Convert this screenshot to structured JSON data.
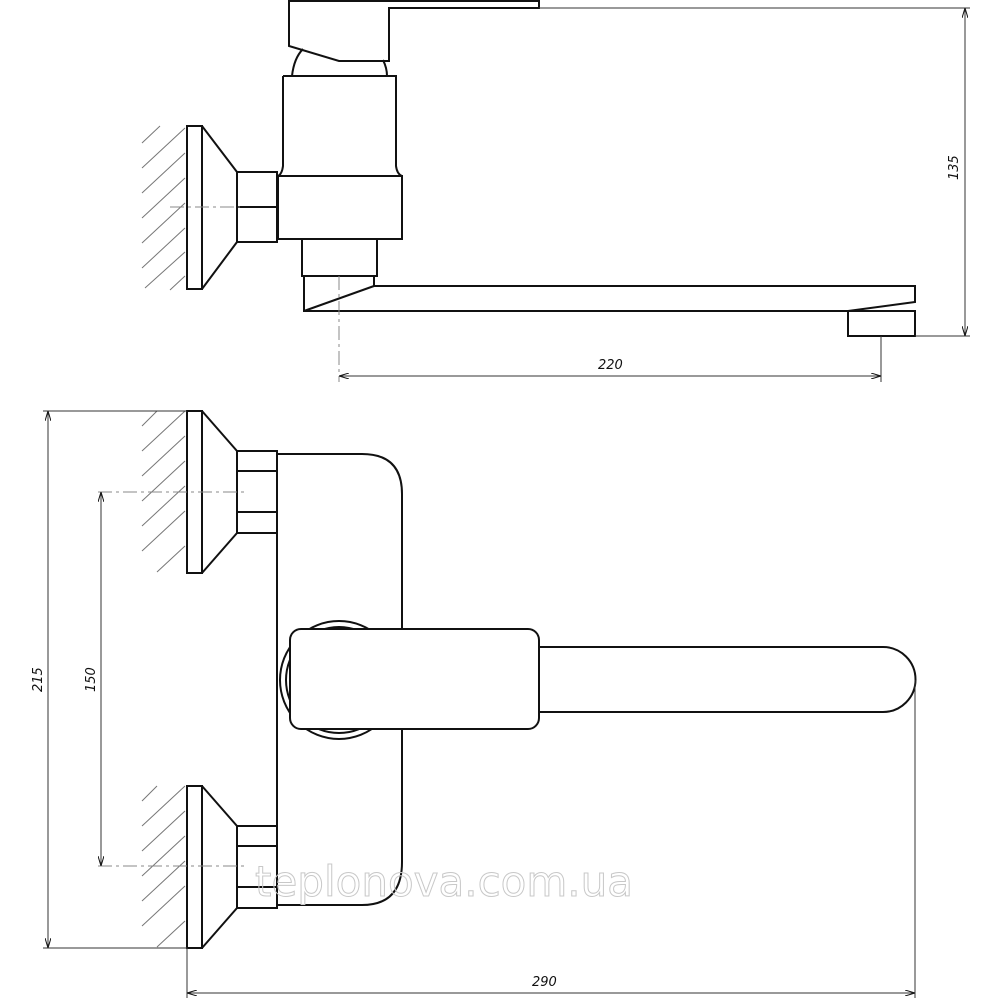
{
  "drawing": {
    "side_view": {
      "dim_spout_reach": "220",
      "dim_height": "135"
    },
    "front_view": {
      "dim_inlet_spacing": "150",
      "dim_total_height": "215",
      "dim_total_width": "290"
    },
    "watermark": "teplonova.com.ua",
    "line_color": "#111111"
  }
}
